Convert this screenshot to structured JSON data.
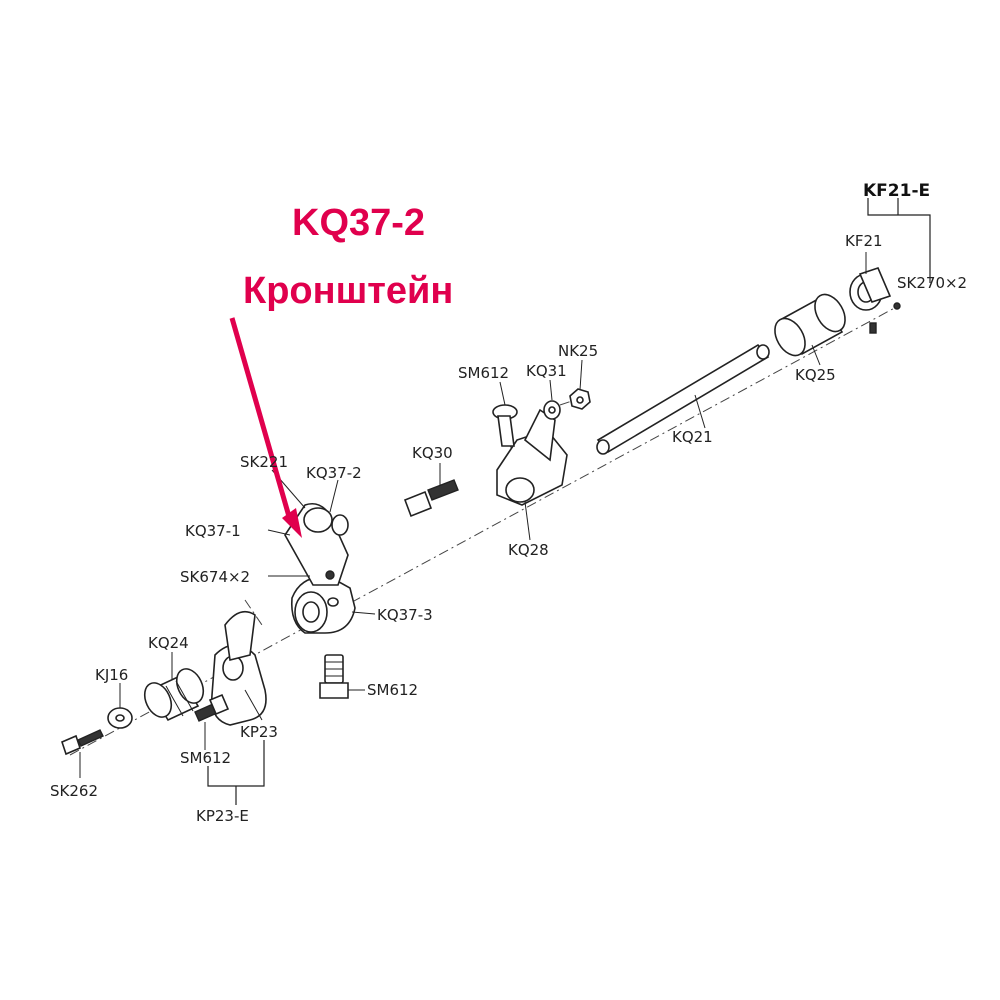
{
  "highlight": {
    "code": "KQ37-2",
    "name": "Кронштейн",
    "color": "#e0004d"
  },
  "group_labels": {
    "kf21e": "KF21-E",
    "kp23e": "KP23-E"
  },
  "labels": {
    "sk221": "SK221",
    "kq37_2": "KQ37-2",
    "kq37_1": "KQ37-1",
    "sk674": "SK674×2",
    "kq37_3": "KQ37-3",
    "sm612_c": "SM612",
    "kq24": "KQ24",
    "kj16": "KJ16",
    "sk262": "SK262",
    "kp23": "KP23",
    "sm612_a": "SM612",
    "kq30": "KQ30",
    "kq28": "KQ28",
    "sm612_b": "SM612",
    "kq31": "KQ31",
    "nk25": "NK25",
    "kq21": "KQ21",
    "kq25": "KQ25",
    "kf21": "KF21",
    "sk270": "SK270×2"
  }
}
